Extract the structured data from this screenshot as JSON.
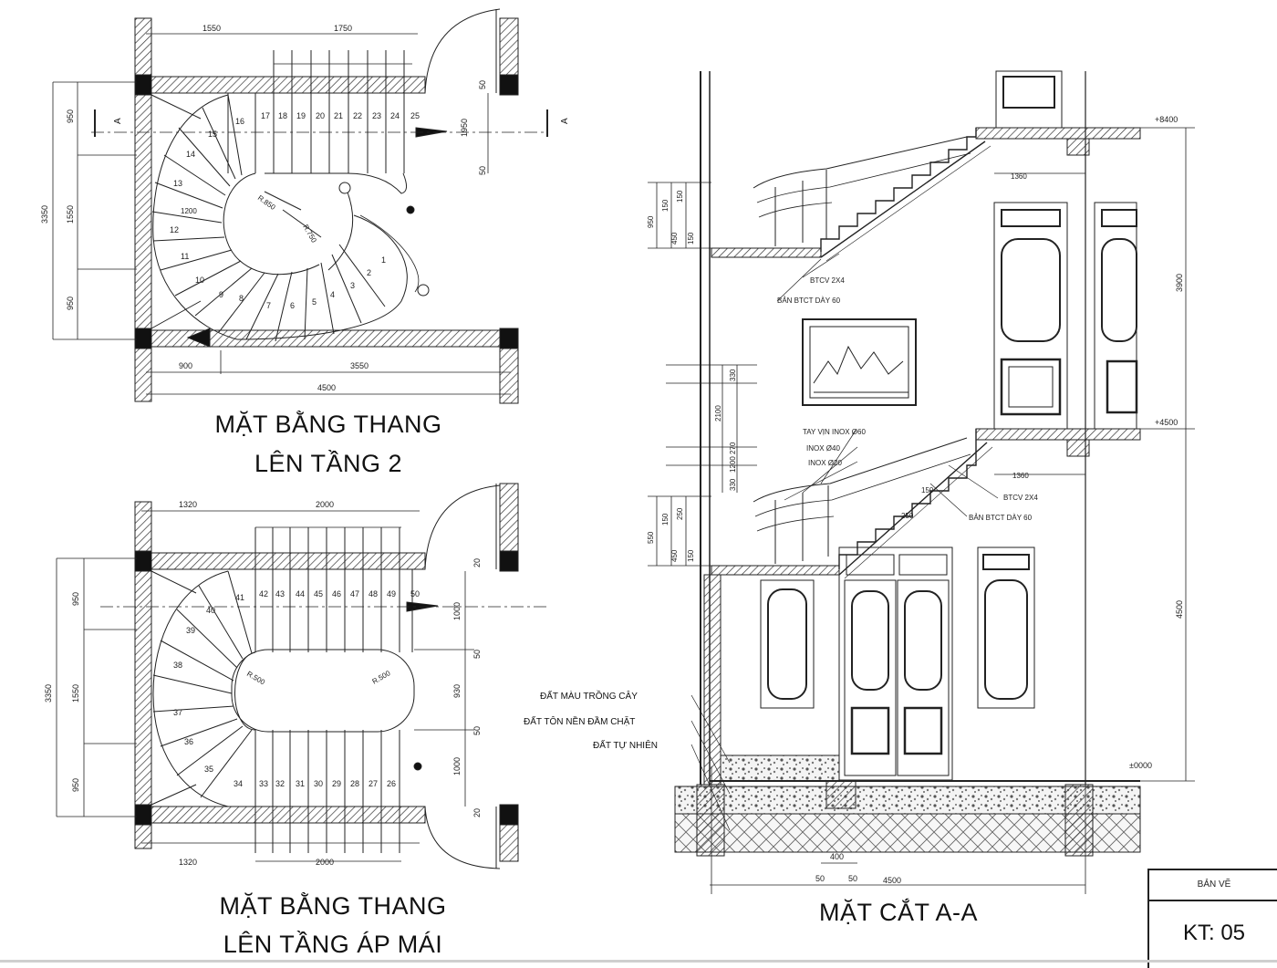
{
  "titles": {
    "plan1_line1": "MẶT BẰNG THANG",
    "plan1_line2": "LÊN TẦNG 2",
    "plan2_line1": "MẶT BẰNG THANG",
    "plan2_line2": "LÊN TẦNG ÁP MÁI",
    "section": "MẶT CẮT A-A"
  },
  "stamp": {
    "label": "BẢN VẼ",
    "code": "KT: 05"
  },
  "plan1": {
    "section_marks": [
      "A",
      "A"
    ],
    "dims_top": [
      "1550",
      "1750"
    ],
    "dims_bottom": [
      "900",
      "3550",
      "4500"
    ],
    "dims_left": [
      "3350",
      "950",
      "1550",
      "950"
    ],
    "dims_right": [
      "1950",
      "50",
      "50"
    ],
    "radii": [
      "R.850",
      "R.750"
    ],
    "steps_straight": [
      "17",
      "18",
      "19",
      "20",
      "21",
      "22",
      "23",
      "24",
      "25"
    ],
    "steps_curve": [
      "16",
      "15",
      "14",
      "13",
      "12",
      "11",
      "10",
      "9",
      "8",
      "7",
      "6",
      "5",
      "4",
      "3",
      "2",
      "1"
    ],
    "step_extra": "1200"
  },
  "plan2": {
    "dims_top": [
      "1320",
      "2000"
    ],
    "dims_bottom": [
      "1320",
      "2000"
    ],
    "dims_left": [
      "3350",
      "950",
      "1550",
      "950"
    ],
    "dims_right": [
      "1000",
      "50",
      "930",
      "50",
      "1000",
      "20",
      "20"
    ],
    "radii": [
      "R.500",
      "R.500"
    ],
    "steps_top": [
      "41",
      "42",
      "43",
      "44",
      "45",
      "46",
      "47",
      "48",
      "49",
      "50"
    ],
    "steps_left": [
      "40",
      "39",
      "38",
      "37",
      "36",
      "35"
    ],
    "steps_bottom": [
      "34",
      "33",
      "32",
      "31",
      "30",
      "29",
      "28",
      "27",
      "26"
    ]
  },
  "section": {
    "levels": [
      "+8400",
      "+4500",
      "±0000"
    ],
    "heights_right": [
      "3900",
      "4500"
    ],
    "dims_bottom": [
      "400",
      "50",
      "50",
      "4500"
    ],
    "upper_labels": [
      "BTCV 2X4",
      "BẢN BTCT DÀY 60"
    ],
    "upper_dims": [
      "1360",
      "950",
      "150",
      "150",
      "450",
      "150"
    ],
    "lower_labels": [
      "TAY VỊN INOX Ø60",
      "INOX Ø40",
      "INOX Ø20",
      "BTCV 2X4",
      "BẢN BTCT DÀY 60"
    ],
    "lower_dims": [
      "1360",
      "2100",
      "330",
      "1200",
      "270",
      "330",
      "550",
      "150",
      "250",
      "450",
      "150"
    ],
    "stair_tread_dims": [
      "250",
      "150"
    ],
    "ground_labels": [
      "ĐẤT MÀU TRỒNG CÂY",
      "ĐẤT TÔN NỀN ĐẦM CHẶT",
      "ĐẤT TỰ NHIÊN"
    ]
  }
}
